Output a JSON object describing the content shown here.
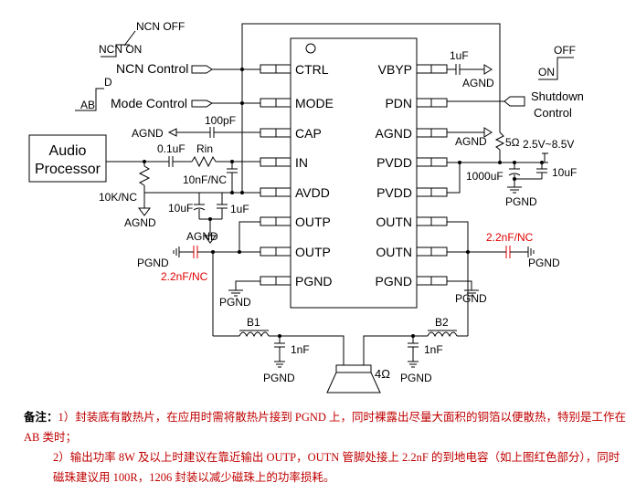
{
  "chip": {
    "left_pins": [
      "CTRL",
      "MODE",
      "CAP",
      "IN",
      "AVDD",
      "OUTP",
      "OUTP",
      "PGND"
    ],
    "right_pins": [
      "VBYP",
      "PDN",
      "AGND",
      "PVDD",
      "PVDD",
      "OUTN",
      "OUTN",
      "PGND"
    ]
  },
  "labels": {
    "ncn_off": "NCN OFF",
    "ncn_on": "NCN ON",
    "ncn_control": "NCN Control",
    "d": "D",
    "ab": "AB",
    "mode_control": "Mode Control",
    "agnd_cap": "AGND",
    "cap_100pf": "100pF",
    "audio_line1": "Audio",
    "audio_line2": "Processor",
    "c_01uf": "0.1uF",
    "rin": "Rin",
    "c_10nf": "10nF/NC",
    "r_10k": "10K/NC",
    "agnd_in": "AGND",
    "c_10uf_left": "10uF",
    "c_1uf_left": "1uF",
    "agnd_avdd": "AGND",
    "pgnd_left": "PGND",
    "c_22nf_left": "2.2nF/NC",
    "pgnd_pin": "PGND",
    "c_1uf_vbyp": "1uF",
    "agnd_vbyp": "AGND",
    "off": "OFF",
    "on": "ON",
    "shutdown_line1": "Shutdown",
    "shutdown_line2": "Control",
    "agnd_right": "AGND",
    "r_5ohm": "5Ω",
    "supply": "2.5V~8.5V",
    "c_1000uf": "1000uF",
    "c_10uf_right": "10uF",
    "pgnd_pvdd": "PGND",
    "c_22nf_right": "2.2nF/NC",
    "pgnd_right": "PGND",
    "pgnd_pin_right": "PGND",
    "b1": "B1",
    "b2": "B2",
    "c_1nf_left": "1nF",
    "c_1nf_right": "1nF",
    "pgnd_b1": "PGND",
    "pgnd_b2": "PGND",
    "speaker": "4Ω"
  },
  "notes": {
    "label": "备注：",
    "item1": "1）封装底有散热片，在应用时需将散热片接到 PGND 上，同时裸露出尽量大面积的铜箔以便散热，特别是工作在 AB 类时；",
    "item2": "2）输出功率 8W 及以上时建议在靠近输出 OUTP，OUTN 管脚处接上 2.2nF 的到地电容（如上图红色部分），同时磁珠建议用 100R，1206 封装以减少磁珠上的功率损耗。"
  }
}
